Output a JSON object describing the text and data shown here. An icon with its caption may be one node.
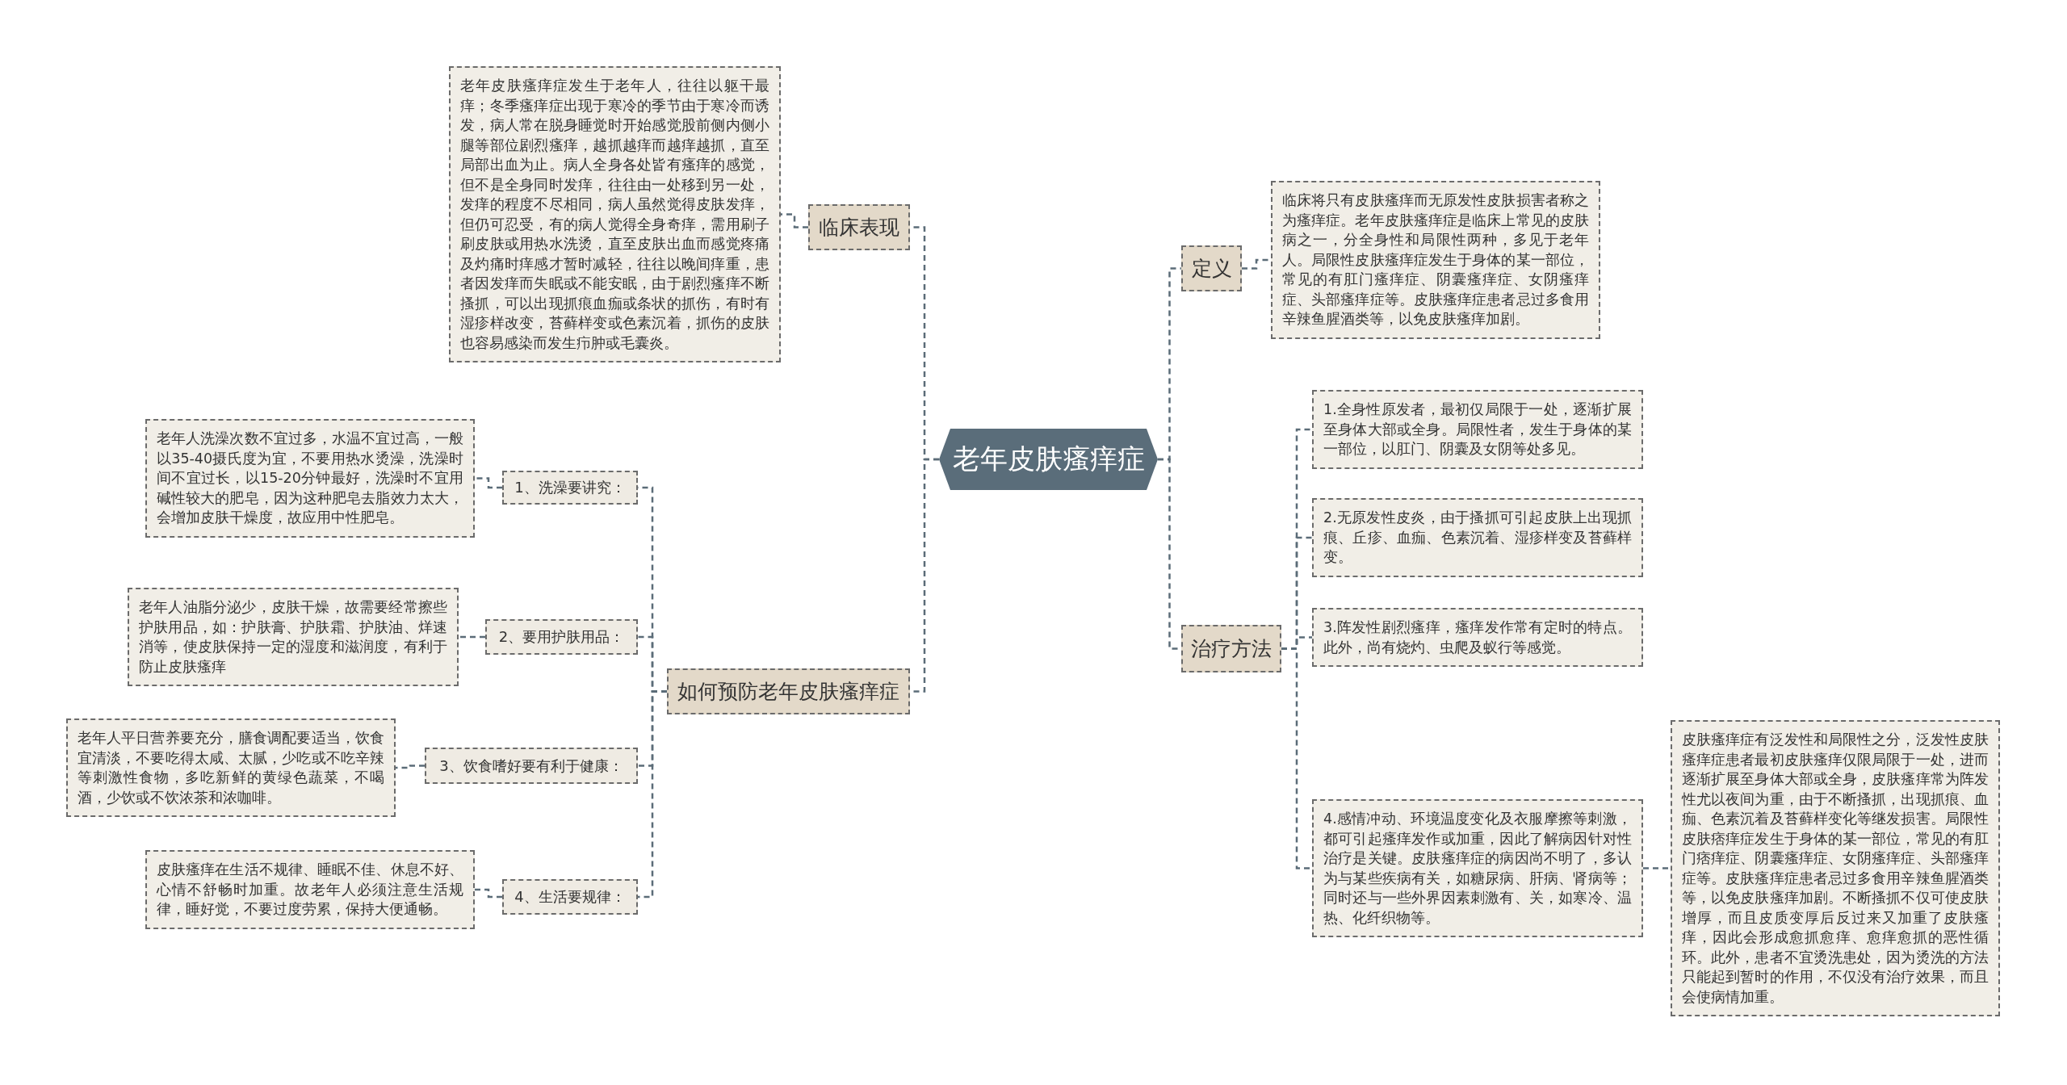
{
  "diagram": {
    "nodes": [
      {
        "text": [
          "老年皮肤瘙痒症"
        ]
      },
      {
        "text": [
          "临床表现"
        ]
      },
      {
        "text": [
          "老年皮肤瘙痒症发生于老年人，往往以躯干最痒；冬季瘙痒症出现于寒冷的季节由于寒冷而诱发，病人常在脱身睡觉时开始感觉股前侧内侧小腿等部位剧烈瘙痒，越抓越痒而越痒越抓，直至局部出血为止。病人全身各处皆有瘙痒的感觉，但不是全身同时发痒，往往由一处移到另一处，发痒的程度不尽相同，病人虽然觉得皮肤发痒，但仍可忍受，有的病人觉得全身奇痒，需用刷子刷皮肤或用热水洗烫，直至皮肤出血而感觉疼痛及灼痛时痒感才暂时减轻，往往以晚间痒重，患者因发痒而失眠或不能安眠，由于剧烈瘙痒不断搔抓，可以出现抓痕血痂或条状的抓伤，有时有湿疹样改变，苔藓样变或色素沉着，抓伤的皮肤也容易感染而发生疖肿或毛囊炎。"
        ]
      },
      {
        "text": [
          "如何预防老年皮肤瘙痒症"
        ]
      },
      {
        "text": [
          "1、洗澡要讲究："
        ]
      },
      {
        "text": [
          "老年人洗澡次数不宜过多，水温不宜过高，一般以35-40摄氏度为宜，不要用热水烫澡，洗澡时间不宜过长，以15-20分钟最好，洗澡时不宜用碱性较大的肥皂，因为这种肥皂去脂效力太大，会增加皮肤干燥度，故应用中性肥皂。"
        ]
      },
      {
        "text": [
          "2、要用护肤用品："
        ]
      },
      {
        "text": [
          "老年人油脂分泌少，皮肤干燥，故需要经常擦些护肤用品，如：护肤膏、护肤霜、护肤油、烊速消等，使皮肤保持一定的湿度和滋润度，有利于防止皮肤瘙痒"
        ]
      },
      {
        "text": [
          "3、饮食嗜好要有利于健康："
        ]
      },
      {
        "text": [
          "老年人平日营养要充分，膳食调配要适当，饮食宜清淡，不要吃得太咸、太腻，少吃或不吃辛辣等刺激性食物，多吃新鲜的黄绿色蔬菜，不喝酒，少饮或不饮浓茶和浓咖啡。"
        ]
      },
      {
        "text": [
          "4、生活要规律："
        ]
      },
      {
        "text": [
          "皮肤瘙痒在生活不规律、睡眠不佳、休息不好、心情不舒畅时加重。故老年人必须注意生活规律，睡好觉，不要过度劳累，保持大便通畅。"
        ]
      },
      {
        "text": [
          "定义"
        ]
      },
      {
        "text": [
          "临床将只有皮肤瘙痒而无原发性皮肤损害者称之为瘙痒症。老年皮肤瘙痒症是临床上常见的皮肤病之一，分全身性和局限性两种，多见于老年人。局限性皮肤瘙痒症发生于身体的某一部位，常见的有肛门瘙痒症、阴囊瘙痒症、女阴瘙痒症、头部瘙痒症等。皮肤瘙痒症患者忌过多食用辛辣鱼腥酒类等，以免皮肤瘙痒加剧。"
        ]
      },
      {
        "text": [
          "治疗方法"
        ]
      },
      {
        "text": [
          "1.全身性原发者，最初仅局限于一处，逐渐扩展至身体大部或全身。局限性者，发生于身体的某一部位，以肛门、阴囊及女阴等处多见。"
        ]
      },
      {
        "text": [
          "2.无原发性皮炎，由于搔抓可引起皮肤上出现抓痕、丘疹、血痂、色素沉着、湿疹样变及苔藓样变。"
        ]
      },
      {
        "text": [
          "3.阵发性剧烈瘙痒，瘙痒发作常有定时的特点。此外，尚有烧灼、虫爬及蚁行等感觉。"
        ]
      },
      {
        "text": [
          "4.感情冲动、环境温度变化及衣服摩擦等刺激，都可引起瘙痒发作或加重，因此了解病因针对性治疗是关键。皮肤瘙痒症的病因尚不明了，多认为与某些疾病有关，如糖尿病、肝病、肾病等；同时还与一些外界因素刺激有、关，如寒冷、温热、化纤织物等。"
        ]
      },
      {
        "text": [
          "皮肤瘙痒症有泛发性和局限性之分，泛发性皮肤瘙痒症患者最初皮肤瘙痒仅限局限于一处，进而逐渐扩展至身体大部或全身，皮肤瘙痒常为阵发性尤以夜间为重，由于不断搔抓，出现抓痕、血痂、色素沉着及苔藓样变化等继发损害。局限性皮肤痞痒症发生于身体的某一部位，常见的有肛门痞痒症、阴囊瘙痒症、女阴瘙痒症、头部瘙痒症等。皮肤瘙痒症患者忌过多食用辛辣鱼腥酒类等，以免皮肤瘙痒加剧。不断搔抓不仅可使皮肤增厚，而且皮质变厚后反过来又加重了皮肤瘙痒，因此会形成愈抓愈痒、愈痒愈抓的恶性循环。此外，患者不宜烫洗患处，因为烫洗的方法只能起到暂时的作用，不仅没有治疗效果，而且会使病情加重。"
        ]
      }
    ],
    "edges": [
      {
        "from": 0,
        "to": 1,
        "arrow": "none"
      },
      {
        "from": 1,
        "to": 2,
        "arrow": "none"
      },
      {
        "from": 0,
        "to": 3,
        "arrow": "none"
      },
      {
        "from": 3,
        "to": 4,
        "arrow": "none"
      },
      {
        "from": 4,
        "to": 5,
        "arrow": "none"
      },
      {
        "from": 3,
        "to": 6,
        "arrow": "none"
      },
      {
        "from": 6,
        "to": 7,
        "arrow": "none"
      },
      {
        "from": 3,
        "to": 8,
        "arrow": "none"
      },
      {
        "from": 8,
        "to": 9,
        "arrow": "none"
      },
      {
        "from": 3,
        "to": 10,
        "arrow": "none"
      },
      {
        "from": 10,
        "to": 11,
        "arrow": "none"
      },
      {
        "from": 0,
        "to": 12,
        "arrow": "none"
      },
      {
        "from": 12,
        "to": 13,
        "arrow": "none"
      },
      {
        "from": 0,
        "to": 14,
        "arrow": "none"
      },
      {
        "from": 14,
        "to": 15,
        "arrow": "none"
      },
      {
        "from": 14,
        "to": 16,
        "arrow": "none"
      },
      {
        "from": 14,
        "to": 17,
        "arrow": "none"
      },
      {
        "from": 14,
        "to": 18,
        "arrow": "none"
      },
      {
        "from": 18,
        "to": 19,
        "arrow": "none"
      }
    ]
  }
}
